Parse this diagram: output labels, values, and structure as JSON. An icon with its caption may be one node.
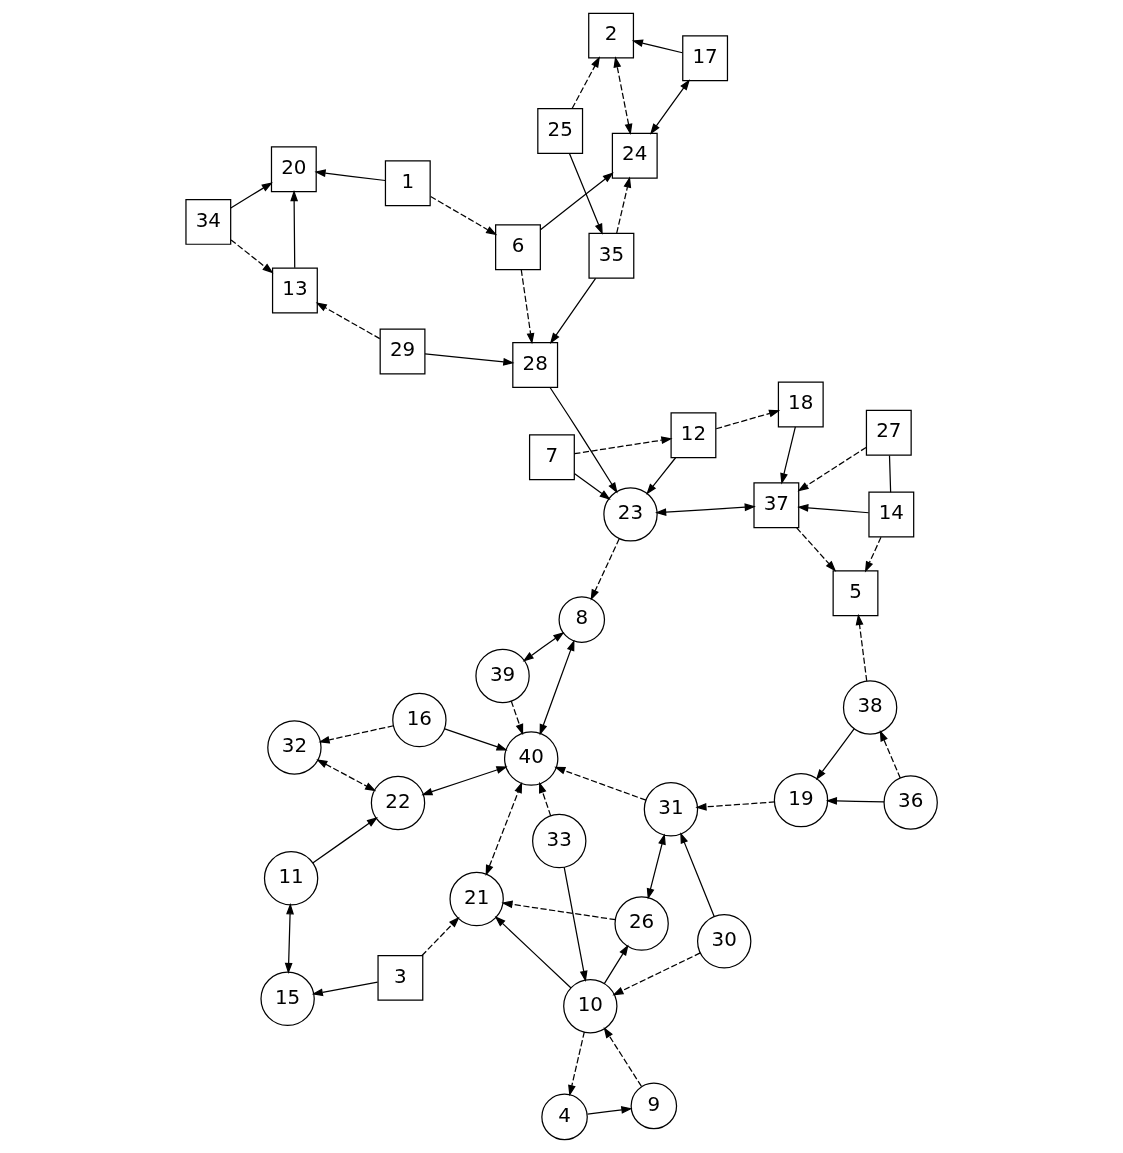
{
  "diagram": {
    "nodes": [
      {
        "text": [
          "1"
        ]
      },
      {
        "text": [
          "2"
        ]
      },
      {
        "text": [
          "3"
        ]
      },
      {
        "text": [
          "4"
        ]
      },
      {
        "text": [
          "5"
        ]
      },
      {
        "text": [
          "6"
        ]
      },
      {
        "text": [
          "7"
        ]
      },
      {
        "text": [
          "8"
        ]
      },
      {
        "text": [
          "9"
        ]
      },
      {
        "text": [
          "10"
        ]
      },
      {
        "text": [
          "11"
        ]
      },
      {
        "text": [
          "12"
        ]
      },
      {
        "text": [
          "13"
        ]
      },
      {
        "text": [
          "14"
        ]
      },
      {
        "text": [
          "15"
        ]
      },
      {
        "text": [
          "16"
        ]
      },
      {
        "text": [
          "17"
        ]
      },
      {
        "text": [
          "18"
        ]
      },
      {
        "text": [
          "19"
        ]
      },
      {
        "text": [
          "20"
        ]
      },
      {
        "text": [
          "21"
        ]
      },
      {
        "text": [
          "22"
        ]
      },
      {
        "text": [
          "23"
        ]
      },
      {
        "text": [
          "24"
        ]
      },
      {
        "text": [
          "25"
        ]
      },
      {
        "text": [
          "26"
        ]
      },
      {
        "text": [
          "27"
        ]
      },
      {
        "text": [
          "28"
        ]
      },
      {
        "text": [
          "29"
        ]
      },
      {
        "text": [
          "30"
        ]
      },
      {
        "text": [
          "31"
        ]
      },
      {
        "text": [
          "32"
        ]
      },
      {
        "text": [
          "33"
        ]
      },
      {
        "text": [
          "34"
        ]
      },
      {
        "text": [
          "35"
        ]
      },
      {
        "text": [
          "36"
        ]
      },
      {
        "text": [
          "37"
        ]
      },
      {
        "text": [
          "38"
        ]
      },
      {
        "text": [
          "39"
        ]
      },
      {
        "text": [
          "40"
        ]
      }
    ],
    "edges": [
      {
        "from": 0,
        "to": 19,
        "arrow": "to"
      },
      {
        "from": 0,
        "to": 5,
        "arrow": "to",
        "style": "dashed"
      },
      {
        "from": 5,
        "to": 23,
        "arrow": "to"
      },
      {
        "from": 5,
        "to": 27,
        "arrow": "to",
        "style": "dashed"
      },
      {
        "from": 2,
        "to": 14,
        "arrow": "to"
      },
      {
        "from": 2,
        "to": 20,
        "arrow": "to",
        "style": "dashed"
      },
      {
        "from": 24,
        "to": 1,
        "arrow": "to",
        "style": "dashed"
      },
      {
        "from": 24,
        "to": 34,
        "arrow": "to"
      },
      {
        "from": 34,
        "to": 23,
        "arrow": "to",
        "style": "dashed"
      },
      {
        "from": 34,
        "to": 27,
        "arrow": "to"
      },
      {
        "from": 35,
        "to": 37,
        "arrow": "to",
        "style": "dashed"
      },
      {
        "from": 35,
        "to": 18,
        "arrow": "to"
      },
      {
        "from": 33,
        "to": 19,
        "arrow": "to"
      },
      {
        "from": 33,
        "to": 12,
        "arrow": "to",
        "style": "dashed"
      },
      {
        "from": 12,
        "to": 19,
        "arrow": "to"
      },
      {
        "from": 1,
        "to": 23,
        "arrow": "both",
        "style": "dashed"
      },
      {
        "from": 16,
        "to": 1,
        "arrow": "to"
      },
      {
        "from": 23,
        "to": 16,
        "arrow": "both"
      },
      {
        "from": 37,
        "to": 18,
        "arrow": "to"
      },
      {
        "from": 37,
        "to": 4,
        "arrow": "to",
        "style": "dashed"
      },
      {
        "from": 29,
        "to": 30,
        "arrow": "to"
      },
      {
        "from": 29,
        "to": 9,
        "arrow": "to",
        "style": "dashed"
      },
      {
        "from": 38,
        "to": 7,
        "arrow": "both"
      },
      {
        "from": 38,
        "to": 39,
        "arrow": "to",
        "style": "dashed"
      },
      {
        "from": 25,
        "to": 20,
        "arrow": "to",
        "style": "dashed"
      },
      {
        "from": 30,
        "to": 25,
        "arrow": "both"
      },
      {
        "from": 9,
        "to": 25,
        "arrow": "to"
      },
      {
        "from": 9,
        "to": 20,
        "arrow": "to"
      },
      {
        "from": 18,
        "to": 30,
        "arrow": "to",
        "style": "dashed"
      },
      {
        "from": 20,
        "to": 39,
        "arrow": "both",
        "style": "dashed"
      },
      {
        "from": 13,
        "to": 36,
        "arrow": "to"
      },
      {
        "from": 32,
        "to": 39,
        "arrow": "to",
        "style": "dashed"
      },
      {
        "from": 13,
        "to": 4,
        "arrow": "to",
        "style": "dashed"
      },
      {
        "from": 13,
        "to": 26,
        "arrow": "none"
      },
      {
        "from": 32,
        "to": 9,
        "arrow": "to"
      },
      {
        "from": 15,
        "to": 39,
        "arrow": "to"
      },
      {
        "from": 15,
        "to": 31,
        "arrow": "to",
        "style": "dashed"
      },
      {
        "from": 26,
        "to": 36,
        "arrow": "to",
        "style": "dashed"
      },
      {
        "from": 21,
        "to": 39,
        "arrow": "both"
      },
      {
        "from": 10,
        "to": 21,
        "arrow": "to"
      },
      {
        "from": 14,
        "to": 10,
        "arrow": "both"
      },
      {
        "from": 31,
        "to": 21,
        "arrow": "both",
        "style": "dashed"
      },
      {
        "from": 28,
        "to": 27,
        "arrow": "to"
      },
      {
        "from": 28,
        "to": 12,
        "arrow": "to",
        "style": "dashed"
      },
      {
        "from": 27,
        "to": 22,
        "arrow": "to"
      },
      {
        "from": 22,
        "to": 36,
        "arrow": "both"
      },
      {
        "from": 8,
        "to": 9,
        "arrow": "to",
        "style": "dashed"
      },
      {
        "from": 3,
        "to": 8,
        "arrow": "to"
      },
      {
        "from": 9,
        "to": 3,
        "arrow": "to",
        "style": "dashed"
      },
      {
        "from": 17,
        "to": 36,
        "arrow": "to"
      },
      {
        "from": 6,
        "to": 22,
        "arrow": "to"
      },
      {
        "from": 6,
        "to": 11,
        "arrow": "to",
        "style": "dashed"
      },
      {
        "from": 11,
        "to": 17,
        "arrow": "to",
        "style": "dashed"
      },
      {
        "from": 11,
        "to": 22,
        "arrow": "to"
      },
      {
        "from": 30,
        "to": 39,
        "arrow": "to",
        "style": "dashed"
      },
      {
        "from": 36,
        "to": 4,
        "arrow": "to",
        "style": "dashed"
      },
      {
        "from": 39,
        "to": 7,
        "arrow": "both"
      },
      {
        "from": 22,
        "to": 7,
        "arrow": "to",
        "style": "dashed"
      }
    ]
  }
}
